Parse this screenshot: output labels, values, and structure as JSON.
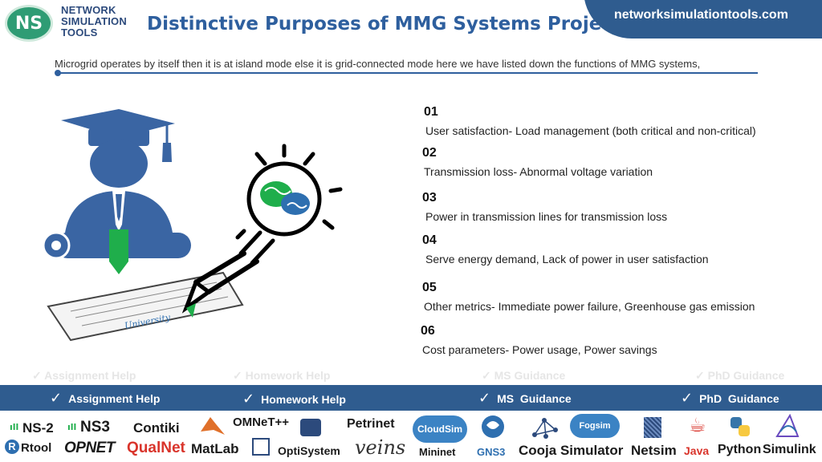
{
  "logo": {
    "badge": "NS",
    "line1": "NETWORK",
    "line2": "SIMULATION",
    "line3": "TOOLS"
  },
  "title": "Distinctive Purposes of MMG Systems Projects",
  "site": "networksimulationtools.com",
  "subtitle": "Microgrid operates by itself then it is at island mode else it is grid-connected mode here we have listed down the functions of MMG systems,",
  "illustration": {
    "diploma_text": "University"
  },
  "items": [
    {
      "num": "01",
      "text": "User satisfaction- Load management (both critical and non-critical)"
    },
    {
      "num": "02",
      "text": "Transmission loss- Abnormal voltage variation"
    },
    {
      "num": "03",
      "text": "Power in transmission lines for transmission loss"
    },
    {
      "num": "04",
      "text": "Serve energy demand, Lack of power in user satisfaction"
    },
    {
      "num": "05",
      "text": "Other metrics- Immediate power failure, Greenhouse gas emission"
    },
    {
      "num": "06",
      "text": "Cost parameters- Power usage, Power savings"
    }
  ],
  "services": [
    "Assignment Help",
    "Homework Help",
    "MS  Guidance",
    "PhD  Guidance"
  ],
  "tools": {
    "ns2": "NS-2",
    "ns3": "NS3",
    "contiki": "Contiki",
    "omnet": "OMNeT++",
    "petrinet": "Petrinet",
    "rtool": "Rtool",
    "opnet": "OPNET",
    "qualnet": "QualNet",
    "matlab": "MatLab",
    "optisystem": "OptiSystem",
    "veins": "veins",
    "cloudsim": "CloudSim",
    "mininet": "Mininet",
    "gns3": "GNS3",
    "cooja": "Cooja Simulator",
    "fogsim": "Fogsim",
    "netsim": "Netsim",
    "java": "Java",
    "python": "Python",
    "simulink": "Simulink"
  },
  "colors": {
    "brand": "#2f5c8f",
    "title": "#2e5f9e",
    "accent_green": "#1fae4b"
  }
}
